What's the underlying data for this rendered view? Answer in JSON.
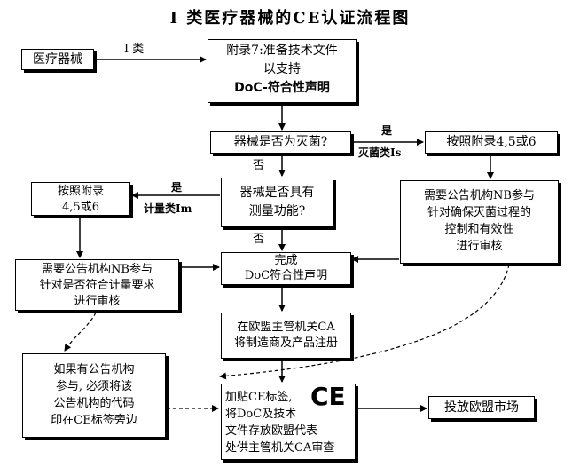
{
  "title": "I 类医疗器械的CE认证流程图",
  "nodes": {
    "medical_device": "医疗器械",
    "annex7": [
      "附录7:准备技术文件",
      "以支持",
      "DoC-符合性声明"
    ],
    "sterile_q": "器械是否为灭菌?",
    "annex_456_right": "按照附录4,5或6",
    "measure_q": [
      "器械是否具有",
      "测量功能?"
    ],
    "annex_456_left": [
      "按照附录",
      "4,5或6"
    ],
    "nb_sterile": [
      "需要公告机构NB参与",
      "针对确保灭菌过程的",
      "控制和有效性",
      "进行审核"
    ],
    "nb_measure": [
      "需要公告机构NB参与",
      "针对是否符合计量要求",
      "进行审核"
    ],
    "complete": [
      "完成",
      "DoC符合性声明"
    ],
    "ca_register": [
      "在欧盟主管机关CA",
      "将制造商及产品注册"
    ],
    "nb_code": [
      "如果有公告机构",
      "参与, 必须将该",
      "公告机构的代码",
      "印在CE标签旁边"
    ],
    "ce_label": [
      "加贴CE标签,",
      "将DoC及技术",
      "文件存放欧盟代表",
      "处供主管机关CA审查"
    ],
    "market": "投放欧盟市场"
  },
  "labels": {
    "class1": "I 类",
    "yes_top": "是",
    "sterile_class": "灭菌类Is",
    "no_1": "否",
    "yes_measure": "是",
    "measure_class": "计量类Im",
    "no_2": "否"
  },
  "ce_mark": "CE"
}
